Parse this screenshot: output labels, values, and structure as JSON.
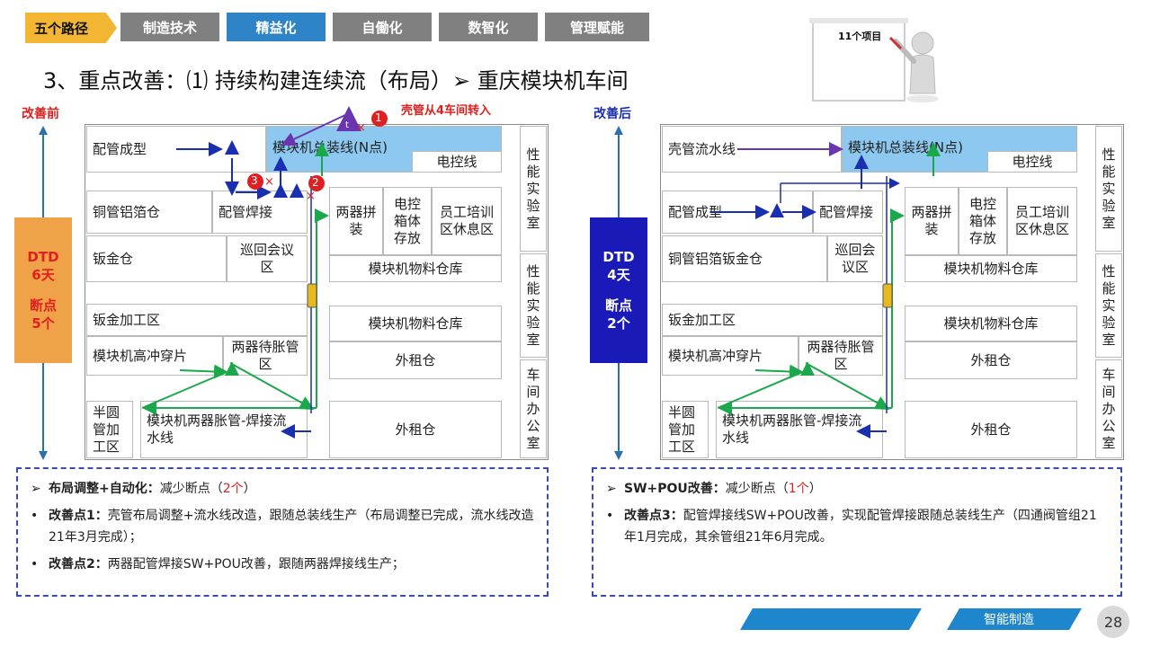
{
  "nav": {
    "badge": "五个路径",
    "tabs": [
      {
        "label": "制造技术",
        "active": false
      },
      {
        "label": "精益化",
        "active": true
      },
      {
        "label": "自働化",
        "active": false
      },
      {
        "label": "数智化",
        "active": false
      },
      {
        "label": "管理赋能",
        "active": false
      }
    ]
  },
  "title": "3、重点改善：⑴ 持续构建连续流（布局）➢  重庆模块机车间",
  "project_sign": "11个项目",
  "before": {
    "label": "改善前",
    "callout": "壳管从4车间转入",
    "dtd": [
      "DTD",
      "6天"
    ],
    "breakpoints": [
      "断点",
      "5个"
    ],
    "cells": {
      "peiguan_chengxing": "配管成型",
      "main_line": "模块机总装线(N点)",
      "dianKongXian": "电控线",
      "tonguan_lvbo": "铜管铝箔仓",
      "peiguan_hanjie": "配管焊接",
      "liangqi_pinzhuang": "两器拼装",
      "dianKong_xiangti": "电控箱体存放",
      "yuangong_peixun": "员工培训区休息区",
      "banjin_cang": "钣金仓",
      "xunhui_huiyi": "巡回会议区",
      "wuliao_cangku_1": "模块机物料仓库",
      "banjin_jiagong": "钣金加工区",
      "wuliao_cangku_2": "模块机物料仓库",
      "gaochong_chuanpian": "模块机高冲穿片",
      "liangqi_daizhang": "两器待胀管区",
      "waizu_1": "外租仓",
      "banyuan_guan": "半圆管加工区",
      "liangqi_zhangguan": "模块机两器胀管-焊接流水线",
      "waizu_2": "外租仓",
      "lab_1": "性能实验室",
      "lab_2": "性能实验室",
      "office": "车间办公室"
    },
    "markers": [
      "1",
      "2",
      "3"
    ]
  },
  "after": {
    "label": "改善后",
    "dtd": [
      "DTD",
      "4天"
    ],
    "breakpoints": [
      "断点",
      "2个"
    ],
    "cells": {
      "keguan_liushui": "壳管流水线",
      "main_line": "模块机总装线(N点)",
      "dianKongXian": "电控线",
      "peiguan_chengxing": "配管成型",
      "peiguan_hanjie": "配管焊接",
      "liangqi_pinzhuang": "两器拼装",
      "dianKong_xiangti": "电控箱体存放",
      "yuangong_peixun": "员工培训区休息区",
      "tonguan_banjin": "铜管铝箔钣金仓",
      "xunhui_huiyi": "巡回会议区",
      "wuliao_cangku_1": "模块机物料仓库",
      "banjin_jiagong": "钣金加工区",
      "wuliao_cangku_2": "模块机物料仓库",
      "gaochong_chuanpian": "模块机高冲穿片",
      "liangqi_daizhang": "两器待胀管区",
      "waizu_1": "外租仓",
      "banyuan_guan": "半圆管加工区",
      "liangqi_zhangguan": "模块机两器胀管-焊接流水线",
      "waizu_2": "外租仓",
      "lab_1": "性能实验室",
      "lab_2": "性能实验室",
      "office": "车间办公室"
    }
  },
  "notes_before": {
    "head": {
      "bold": "布局调整+自动化：",
      "text": "减少断点（",
      "red": "2个",
      "tail": "）"
    },
    "p1": {
      "bold": "改善点1：",
      "text": "壳管布局调整+流水线改造，跟随总装线生产（布局调整已完成，流水线改造21年3月完成）；"
    },
    "p2": {
      "bold": "改善点2：",
      "text": "两器配管焊接SW+POU改善，跟随两器焊接线生产；"
    }
  },
  "notes_after": {
    "head": {
      "bold": "SW+POU改善：",
      "text": "减少断点（",
      "red": "1个",
      "tail": "）"
    },
    "p3": {
      "bold": "改善点3：",
      "text": "配管焊接线SW+POU改善，实现配管焊接跟随总装线生产（四通阀管组21年1月完成，其余管组21年6月完成。"
    }
  },
  "footer": {
    "label": "智能制造",
    "page": "28"
  }
}
